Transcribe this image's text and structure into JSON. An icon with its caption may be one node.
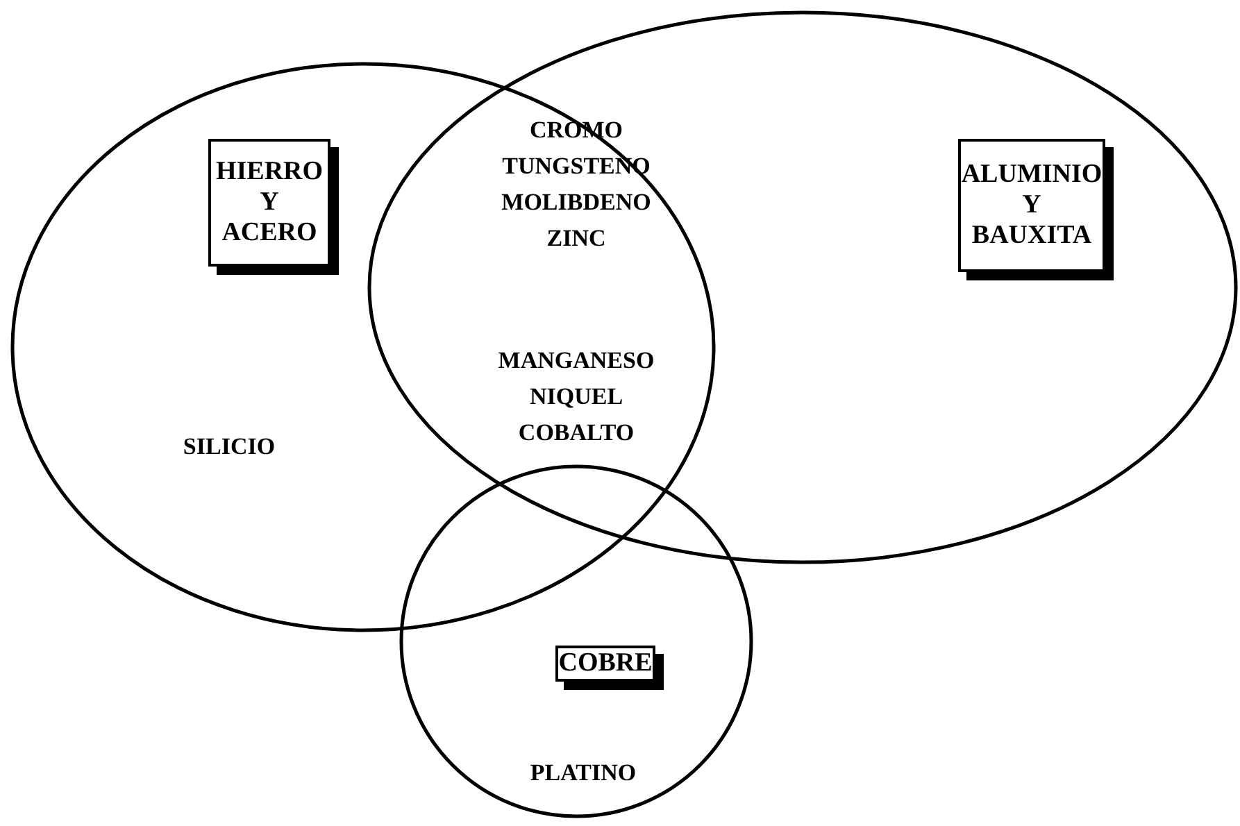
{
  "diagram": {
    "nodes": [
      {
        "text": [],
        "shape": "ellipse"
      },
      {
        "text": [],
        "shape": "ellipse"
      },
      {
        "text": [],
        "shape": "circle"
      },
      {
        "text": [
          "HIERRO Y ACERO"
        ],
        "in": 0
      },
      {
        "text": [
          "ALUMINIO Y BAUXITA"
        ],
        "in": 1
      },
      {
        "text": [
          "COBRE"
        ],
        "in": 2
      }
    ],
    "labels": [
      "CROMO",
      "TUNGSTENO",
      "MOLIBDENO",
      "ZINC",
      "SILICIO",
      "MANGANESO",
      "NIQUEL",
      "COBALTO",
      "PLATINO"
    ]
  }
}
